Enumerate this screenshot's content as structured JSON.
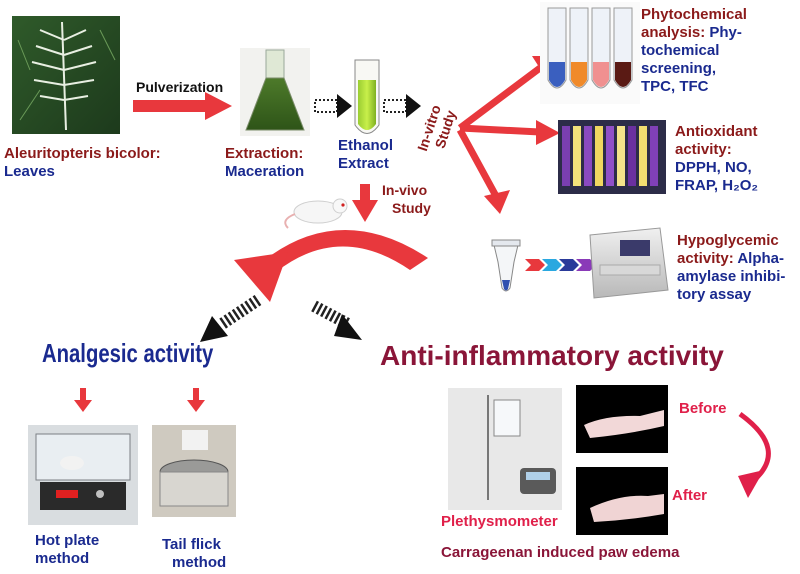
{
  "source": {
    "title": "Aleuritopteris bicolor:",
    "part": "Leaves"
  },
  "step_pulverization": "Pulverization",
  "extraction": {
    "title": "Extraction:",
    "method": "Maceration"
  },
  "ethanol_extract": {
    "line1": "Ethanol",
    "line2": "Extract"
  },
  "invitro": {
    "line1": "In-vitro",
    "line2": "Study"
  },
  "invivo": {
    "line1": "In-vivo",
    "line2": "Study"
  },
  "phytochemical": {
    "title1": "Phytochemical",
    "title2": "analysis:",
    "t2b": "Phy-",
    "t3": "tochemical",
    "t4": "screening,",
    "t5": "TPC, TFC"
  },
  "antioxidant": {
    "title1": "Antioxidant",
    "title2": "activity:",
    "t3": "DPPH, NO,",
    "t4": "FRAP, H₂O₂"
  },
  "hypoglycemic": {
    "title1": "Hypoglycemic",
    "title2": "activity:",
    "t2b": "Alpha-",
    "t3": "amylase inhibi-",
    "t4": "tory assay"
  },
  "analgesic": {
    "title": "Analgesic activity",
    "hot_plate": {
      "l1": "Hot plate",
      "l2": "method"
    },
    "tail_flick": {
      "l1": "Tail flick",
      "l2": "method"
    }
  },
  "anti_inflammatory": {
    "title": "Anti-inflammatory activity",
    "plethysmometer": "Plethysmometer",
    "before": "Before",
    "after": "After",
    "caption": "Carrageenan induced paw edema"
  },
  "colors": {
    "red_arrow": "#e8383d",
    "title_red": "#8b1a1a",
    "text_blue": "#1a2a8f",
    "pink": "#e0204a",
    "maroon": "#8a1538"
  }
}
